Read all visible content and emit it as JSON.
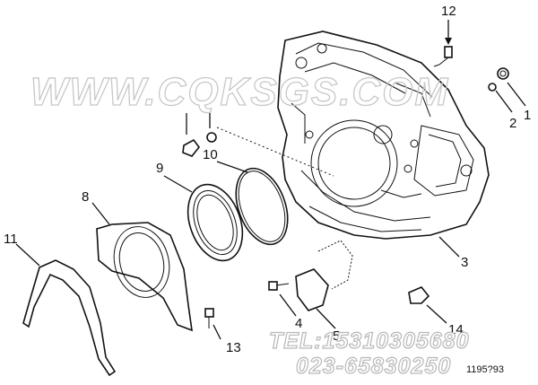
{
  "watermark": {
    "site": "WWW.CQKSGS.COM",
    "tel": "TEL:15310305680",
    "phone": "023-65830250"
  },
  "drawing_code": "1195?93",
  "callouts": [
    {
      "id": "c1",
      "label": "1"
    },
    {
      "id": "c2",
      "label": "2"
    },
    {
      "id": "c3",
      "label": "3"
    },
    {
      "id": "c4",
      "label": "4"
    },
    {
      "id": "c5",
      "label": "5"
    },
    {
      "id": "c8",
      "label": "8"
    },
    {
      "id": "c9",
      "label": "9"
    },
    {
      "id": "c10",
      "label": "10"
    },
    {
      "id": "c11",
      "label": "11"
    },
    {
      "id": "c12",
      "label": "12"
    },
    {
      "id": "c13",
      "label": "13"
    },
    {
      "id": "c14",
      "label": "14"
    }
  ]
}
